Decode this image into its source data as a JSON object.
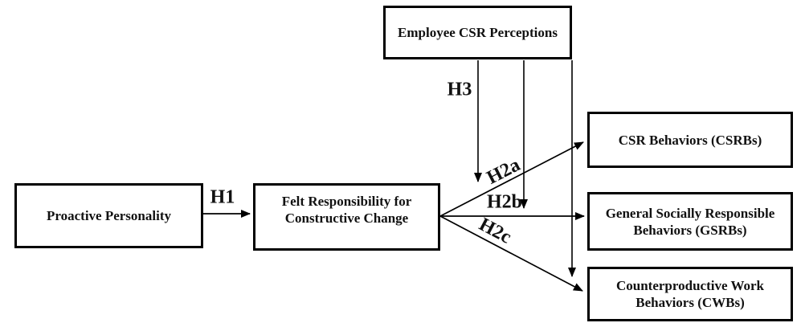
{
  "figure": {
    "background_color": "#ffffff",
    "line_color": "#000000",
    "text_color": "#111111",
    "nodes": {
      "csr_perceptions": "Employee CSR Perceptions",
      "proactive_personality": "Proactive Personality",
      "felt_responsibility": "Felt Responsibility for\nConstructive Change",
      "csr_behaviors": "CSR Behaviors (CSRBs)",
      "gsrb": "General Socially Responsible\nBehaviors (GSRBs)",
      "cwb": "Counterproductive Work\nBehaviors (CWBs)"
    },
    "hypothesis_labels": {
      "h1": "H1",
      "h2a": "H2a",
      "h2b": "H2b",
      "h2c": "H2c",
      "h3": "H3"
    },
    "edges": [
      {
        "label": "H1",
        "from": "Proactive Personality",
        "to": "Felt Responsibility for Constructive Change",
        "type": "direct"
      },
      {
        "label": "H2a",
        "from": "Felt Responsibility for Constructive Change",
        "to": "CSR Behaviors (CSRBs)",
        "type": "direct"
      },
      {
        "label": "H2b",
        "from": "Felt Responsibility for Constructive Change",
        "to": "General Socially Responsible Behaviors (GSRBs)",
        "type": "direct"
      },
      {
        "label": "H2c",
        "from": "Felt Responsibility for Constructive Change",
        "to": "Counterproductive Work Behaviors (CWBs)",
        "type": "direct"
      },
      {
        "label": "H3",
        "from": "Employee CSR Perceptions",
        "to": "H2a path",
        "type": "moderation"
      },
      {
        "label": "H3",
        "from": "Employee CSR Perceptions",
        "to": "H2b path",
        "type": "moderation"
      },
      {
        "label": "H3",
        "from": "Employee CSR Perceptions",
        "to": "H2c path",
        "type": "moderation"
      }
    ]
  }
}
